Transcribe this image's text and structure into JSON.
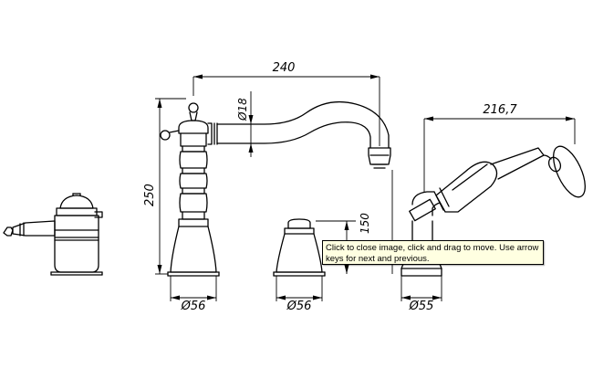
{
  "dimensions": {
    "spout_reach": "240",
    "handshower_reach": "216,7",
    "spout_diameter": "Ø18",
    "height_total": "250",
    "height_handshower_holder": "150",
    "base_diameter_spout": "Ø56",
    "base_diameter_valve": "Ø56",
    "base_diameter_handshower": "Ø55"
  },
  "tooltip": {
    "text": "Click to close image, click and drag to move. Use arrow keys for next and previous."
  },
  "colors": {
    "line": "#000000",
    "tooltip_bg": "#ffffe1"
  }
}
